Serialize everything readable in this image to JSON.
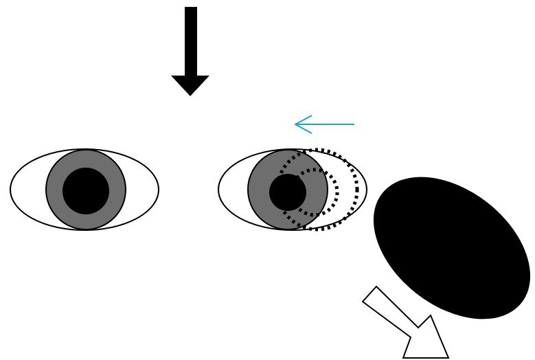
{
  "colors": {
    "background": "#ffffff",
    "outline": "#000000",
    "iris": "#6e6e6e",
    "pupil": "#000000",
    "guide_arrow": "#1aa0e0",
    "occluder": "#000000",
    "hollow_arrow_fill": "#ffffff"
  },
  "elements": {
    "down_arrow": {
      "icon": "solid-down-arrow-icon"
    },
    "left_eye": {
      "icon": "eye-icon"
    },
    "right_eye": {
      "icon": "eye-icon",
      "previous_iris_position": "dotted-outline"
    },
    "guide_arrow": {
      "icon": "left-arrow-icon",
      "direction": "left"
    },
    "occluder": {
      "icon": "black-oval-occluder"
    },
    "hollow_arrow": {
      "icon": "outlined-arrow-icon",
      "direction": "down-right"
    }
  }
}
